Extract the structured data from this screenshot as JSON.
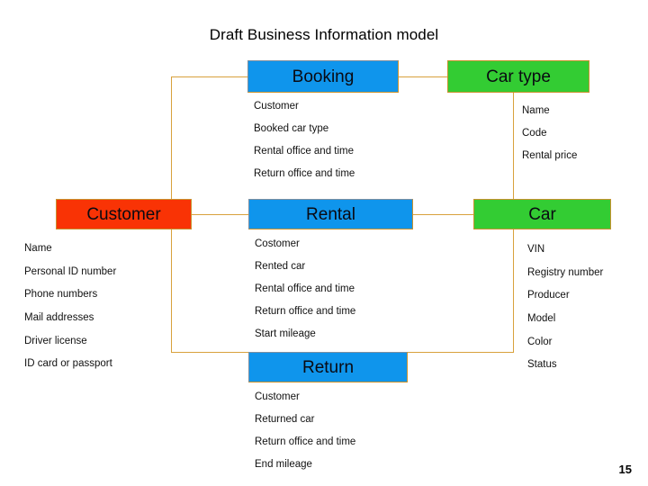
{
  "slide": {
    "title": "Draft Business Information model",
    "page_number": "15",
    "colors": {
      "blue": "#0f95ec",
      "green": "#33cc33",
      "red_orange": "#f93305",
      "connector": "#d8a13c",
      "text": "#111111"
    }
  },
  "entities": {
    "booking": {
      "title": "Booking",
      "color": "#0f95ec",
      "attributes": [
        "Customer",
        "Booked car type",
        "Rental office and time",
        "Return office and time"
      ]
    },
    "car_type": {
      "title": "Car type",
      "color": "#33cc33",
      "attributes": [
        "Name",
        "Code",
        "Rental price"
      ]
    },
    "customer": {
      "title": "Customer",
      "color": "#f93305",
      "attributes": [
        "Name",
        "Personal ID number",
        "Phone numbers",
        "Mail addresses",
        "Driver license",
        "ID card or passport"
      ]
    },
    "rental": {
      "title": "Rental",
      "color": "#0f95ec",
      "attributes": [
        "Costomer",
        "Rented car",
        "Rental office and time",
        "Return office and time",
        "Start mileage"
      ]
    },
    "car": {
      "title": "Car",
      "color": "#33cc33",
      "attributes": [
        "VIN",
        "Registry number",
        "Producer",
        "Model",
        "Color",
        "Status"
      ]
    },
    "return": {
      "title": "Return",
      "color": "#0f95ec",
      "attributes": [
        "Customer",
        "Returned car",
        "Return office and time",
        "End mileage"
      ]
    }
  }
}
